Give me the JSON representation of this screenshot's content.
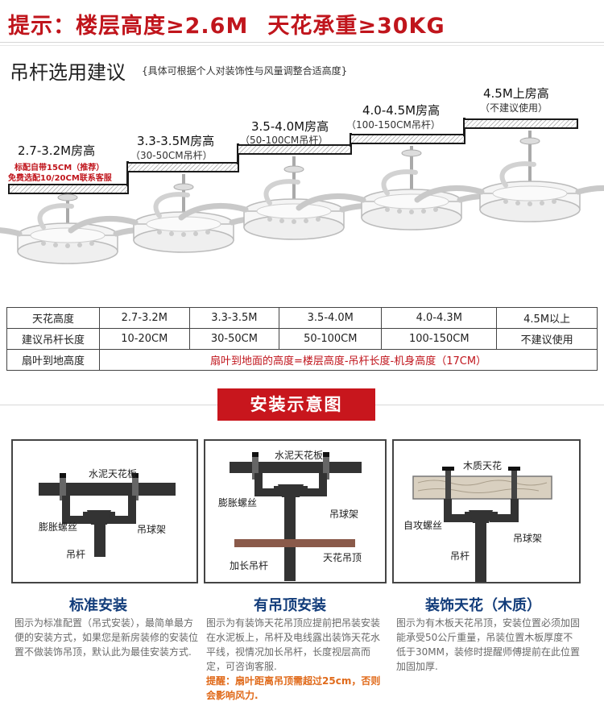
{
  "header": {
    "tip_prefix": "提示：楼层高度≥2.6M",
    "tip_suffix": "天花承重≥30KG"
  },
  "section": {
    "title": "吊杆选用建议",
    "subtitle": "{具体可根据个人对装饰性与风量调整合适高度}"
  },
  "stairs": [
    {
      "height": "2.7-3.2M房高",
      "note1": "标配自带15CM（推荐）",
      "note2": "免费选配10/20CM联系客服"
    },
    {
      "height": "3.3-3.5M房高",
      "rod": "（30-50CM吊杆）"
    },
    {
      "height": "3.5-4.0M房高",
      "rod": "（50-100CM吊杆）"
    },
    {
      "height": "4.0-4.5M房高",
      "rod": "（100-150CM吊杆）"
    },
    {
      "height": "4.5M上房高",
      "rod": "（不建议使用）"
    }
  ],
  "table": {
    "rows": [
      {
        "head": "天花高度",
        "cells": [
          "2.7-3.2M",
          "3.3-3.5M",
          "3.5-4.0M",
          "4.0-4.3M",
          "4.5M以上"
        ]
      },
      {
        "head": "建议吊杆长度",
        "cells": [
          "10-20CM",
          "30-50CM",
          "50-100CM",
          "100-150CM",
          "不建议使用"
        ]
      }
    ],
    "formula_head": "扇叶到地高度",
    "formula": "扇叶到地面的高度=楼层高度-吊杆长度-机身高度（17CM）"
  },
  "banner": "安装示意图",
  "panels": [
    {
      "labels": {
        "ceiling": "水泥天花板",
        "bolt": "膨胀螺丝",
        "bracket": "吊球架",
        "rod": "吊杆"
      },
      "caption": "标准安装",
      "desc": "图示为标准配置（吊式安装），最简单最方便的安装方式，如果您是新房装修的安装位置不做装饰吊顶，默认此为最佳安装方式."
    },
    {
      "labels": {
        "ceiling": "水泥天花板",
        "bolt": "膨胀螺丝",
        "bracket": "吊球架",
        "rod": "加长吊杆",
        "drop": "天花吊顶"
      },
      "caption": "有吊顶安装",
      "desc": "图示为有装饰天花吊顶应提前把吊装安装在水泥板上，吊杆及电线露出装饰天花水平线，视情况加长吊杆，长度视层高而定，可咨询客服.",
      "warn": "提醒：扇叶距离吊顶需超过25cm，否则会影响风力."
    },
    {
      "labels": {
        "ceiling": "木质天花",
        "bolt": "自攻螺丝",
        "bracket": "吊球架",
        "rod": "吊杆"
      },
      "caption": "装饰天花（木质）",
      "desc": "图示为有木板天花吊顶，安装位置必须加固能承受50公斤重量，吊装位置木板厚度不低于30MM，装修时提醒师傅提前在此位置加固加厚."
    }
  ],
  "colors": {
    "accent": "#c0151c",
    "banner": "#c8161d",
    "caption": "#123c7a",
    "warn": "#e06a1a",
    "metal": "#333333",
    "wood": "#d9d0c0"
  }
}
